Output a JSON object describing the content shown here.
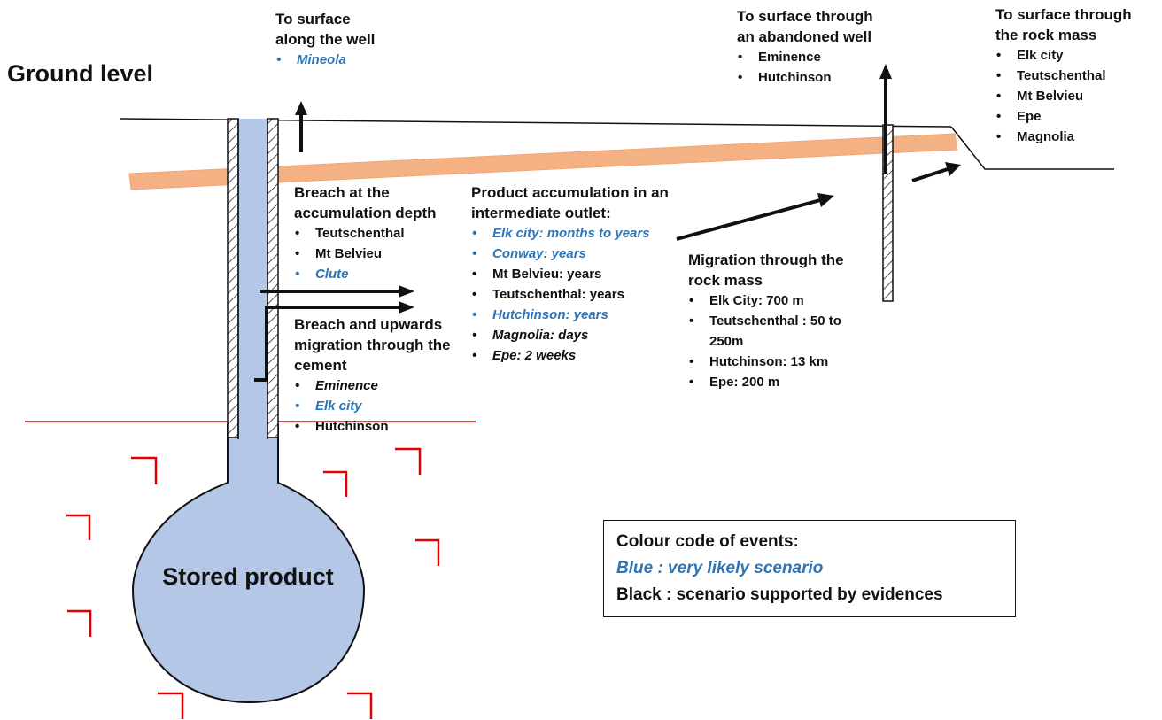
{
  "title": "Ground level",
  "cavern_label": "Stored product",
  "colors": {
    "blue": "#2e75b6",
    "black": "#111111",
    "fluid": "#b4c7e7",
    "layer": "#f4b183",
    "fracture": "#e00000"
  },
  "annotations": {
    "surface_along_well": {
      "heading": [
        "To surface",
        "along the well"
      ],
      "items": [
        {
          "text": "Mineola",
          "color": "blue",
          "italic": true
        }
      ]
    },
    "surface_abandoned_well": {
      "heading": [
        "To surface through",
        "an abandoned well"
      ],
      "items": [
        {
          "text": "Eminence",
          "color": "black",
          "italic": false
        },
        {
          "text": "Hutchinson",
          "color": "black",
          "italic": false
        }
      ]
    },
    "surface_rock_mass": {
      "heading": [
        "To surface through",
        "the rock mass"
      ],
      "items": [
        {
          "text": "Elk city",
          "color": "black",
          "italic": false
        },
        {
          "text": "Teutschenthal",
          "color": "black",
          "italic": false
        },
        {
          "text": "Mt Belvieu",
          "color": "black",
          "italic": false
        },
        {
          "text": "Epe",
          "color": "black",
          "italic": false
        },
        {
          "text": "Magnolia",
          "color": "black",
          "italic": false
        }
      ]
    },
    "breach_accumulation": {
      "heading": [
        "Breach at the",
        "accumulation depth"
      ],
      "items": [
        {
          "text": "Teutschenthal",
          "color": "black",
          "italic": false
        },
        {
          "text": "Mt Belvieu",
          "color": "black",
          "italic": false
        },
        {
          "text": "Clute",
          "color": "blue",
          "italic": true
        }
      ]
    },
    "breach_cement": {
      "heading": [
        "Breach and upwards",
        "migration through the",
        "cement"
      ],
      "items": [
        {
          "text": "Eminence",
          "color": "black",
          "italic": true
        },
        {
          "text": "Elk city",
          "color": "blue",
          "italic": true
        },
        {
          "text": "Hutchinson",
          "color": "black",
          "italic": false
        }
      ]
    },
    "intermediate_outlet": {
      "heading": [
        "Product accumulation in an",
        "intermediate outlet:"
      ],
      "items": [
        {
          "text": "Elk city: months to years",
          "color": "blue",
          "italic": true
        },
        {
          "text": "Conway: years",
          "color": "blue",
          "italic": true
        },
        {
          "text": "Mt Belvieu: years",
          "color": "black",
          "italic": false
        },
        {
          "text": "Teutschenthal: years",
          "color": "black",
          "italic": false
        },
        {
          "text": "Hutchinson: years",
          "color": "blue",
          "italic": true
        },
        {
          "text": "Magnolia: days",
          "color": "black",
          "italic": true
        },
        {
          "text": "Epe: 2 weeks",
          "color": "black",
          "italic": true
        }
      ]
    },
    "migration_rock_mass": {
      "heading": [
        "Migration through the",
        "rock mass"
      ],
      "items": [
        {
          "text": "Elk City: 700 m",
          "color": "black",
          "italic": false
        },
        {
          "text": "Teutschenthal : 50 to 250m",
          "color": "black",
          "italic": false
        },
        {
          "text": "Hutchinson: 13 km",
          "color": "black",
          "italic": false
        },
        {
          "text": "Epe: 200 m",
          "color": "black",
          "italic": false
        }
      ]
    }
  },
  "legend": {
    "title": "Colour code of events:",
    "blue_label": "Blue : very likely scenario",
    "black_label": "Black : scenario supported by evidences"
  }
}
